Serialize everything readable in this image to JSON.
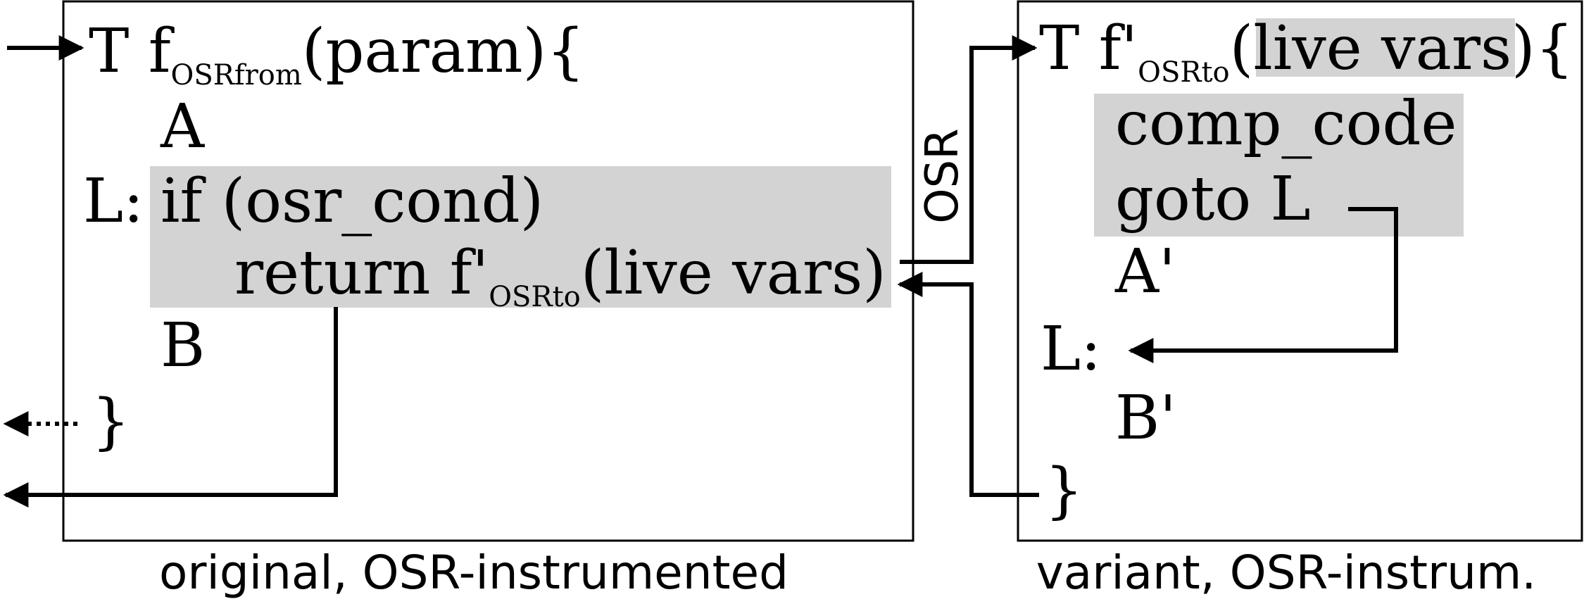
{
  "colors": {
    "highlight": "#d3d3d3",
    "ink": "#000000",
    "background": "#ffffff"
  },
  "left_box": {
    "caption": "original, OSR-instrumented",
    "signature": {
      "type_prefix": "T f",
      "subscript": "OSRfrom",
      "params": "(param){"
    },
    "line_a": "A",
    "label_l": "L:",
    "line_if": "if (osr_cond)",
    "return_kw": "return f'",
    "return_sub": "OSRto",
    "return_args": "(live vars)",
    "line_b": "B",
    "close_brace": "}"
  },
  "right_box": {
    "caption": "variant, OSR-instrum.",
    "signature": {
      "type_prefix": "T f'",
      "subscript": "OSRto",
      "open_paren": "(",
      "params": "live vars",
      "close": "){"
    },
    "line_comp": "comp_code",
    "line_goto": "goto L",
    "line_a": "A'",
    "label_l": "L:",
    "line_b": "B'",
    "close_brace": "}"
  },
  "transition_label": "OSR"
}
